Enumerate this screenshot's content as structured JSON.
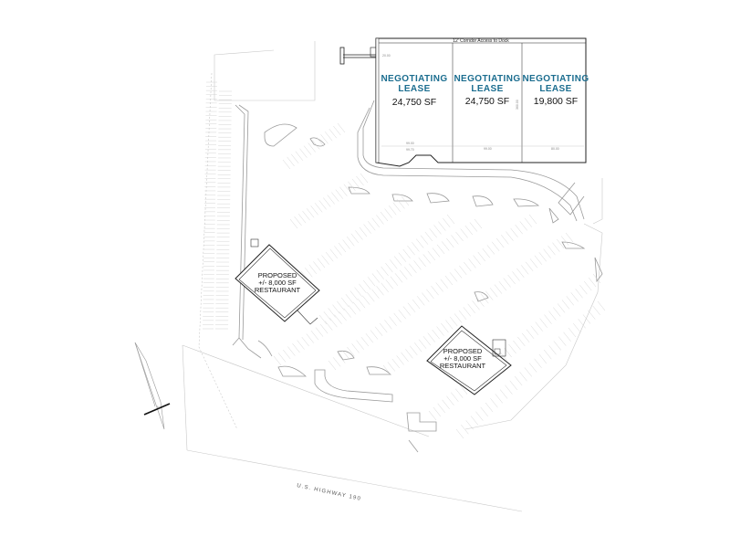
{
  "corridor_label": "12' Corridor Access to Dock",
  "suites": [
    {
      "status_line1": "NEGOTIATING",
      "status_line2": "LEASE",
      "area": "24,750 SF"
    },
    {
      "status_line1": "NEGOTIATING",
      "status_line2": "LEASE",
      "area": "24,750 SF"
    },
    {
      "status_line1": "NEGOTIATING",
      "status_line2": "LEASE",
      "area": "19,800 SF"
    }
  ],
  "restaurants": [
    {
      "line1": "PROPOSED",
      "line2": "+/- 8,000 SF",
      "line3": "RESTAURANT"
    },
    {
      "line1": "PROPOSED",
      "line2": "+/- 8,000 SF",
      "line3": "RESTAURANT"
    }
  ],
  "highway_label": "U.S. HIGHWAY 190",
  "colors": {
    "lease_text": "#1b6d8f",
    "building_outline": "#222222",
    "site_lines": "#c8c8c8"
  },
  "icons": {
    "north_arrow": "north-arrow-icon"
  }
}
